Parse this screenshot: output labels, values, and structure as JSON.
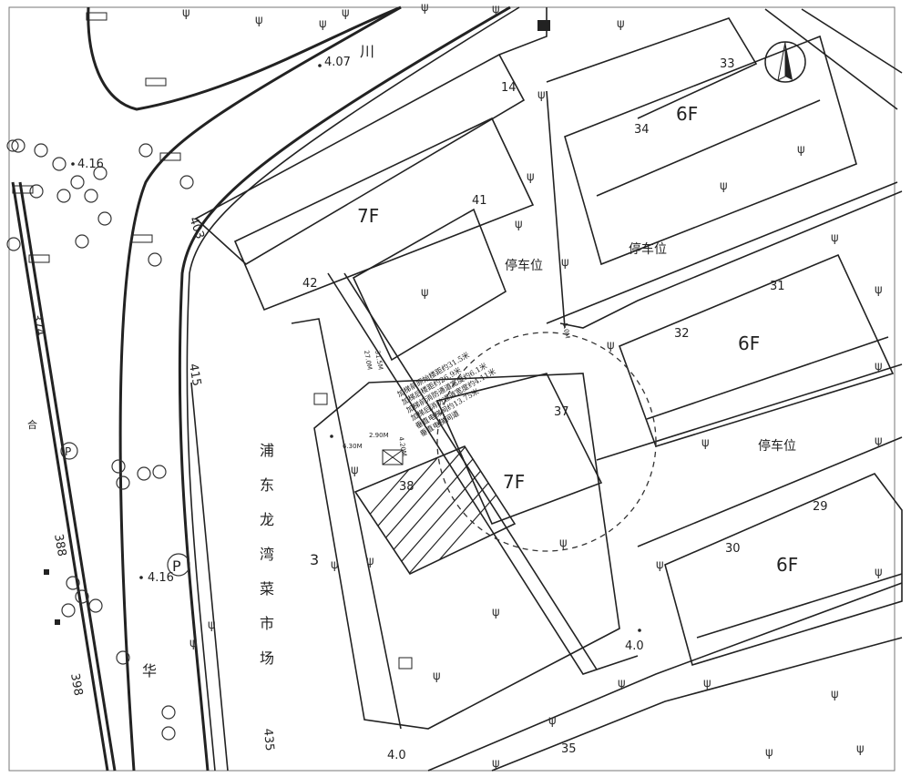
{
  "map": {
    "buildings": {
      "b7f_top": {
        "label": "7F",
        "number_a": "41",
        "number_b": "42"
      },
      "b7f_bottom": {
        "label": "7F",
        "number_a": "37",
        "number_b": "38"
      },
      "b6f_top": {
        "label": "6F",
        "number_a": "34",
        "number_b": "33",
        "number_c": "14"
      },
      "b6f_mid": {
        "label": "6F",
        "number_a": "32",
        "number_b": "31"
      },
      "b6f_low": {
        "label": "6F",
        "number_a": "30",
        "number_b": "29"
      },
      "bottom_block": {
        "number": "35"
      },
      "market_number": "3"
    },
    "parking": {
      "upper": "停车位",
      "upper_left": "停车位",
      "lower": "停车位"
    },
    "market_name": [
      "浦",
      "东",
      "龙",
      "湾",
      "菜",
      "市",
      "场"
    ],
    "road_numbers": {
      "r403": "403",
      "r415": "415",
      "r435": "435",
      "r374": "374",
      "r388": "388",
      "r398": "398"
    },
    "road_chars": {
      "chuan": "川",
      "hua": "华",
      "he": "合"
    },
    "elevations": {
      "e1": "4.07",
      "e2": "4.16",
      "e3": "4.16",
      "e4": "4.0",
      "e5": "4.0"
    },
    "dimensions": {
      "d1": "27.0M",
      "d2": "31.5M",
      "d3": "5.0M",
      "d4": "6.30M",
      "d5": "2.90M",
      "d6": "4.20M"
    },
    "annotations": [
      "加梯前原始楼距约31.5米",
      "加梯后楼距约26.9米",
      "加梯前消防通道宽度约6.1米",
      "加梯后消防通道宽度约4.11米",
      "垂直电梯间约13.75米",
      "垂直电梯间道"
    ],
    "parking_symbol": "P",
    "north_arrow": "north-arrow",
    "colors": {
      "line": "#222222",
      "background": "#ffffff"
    }
  }
}
